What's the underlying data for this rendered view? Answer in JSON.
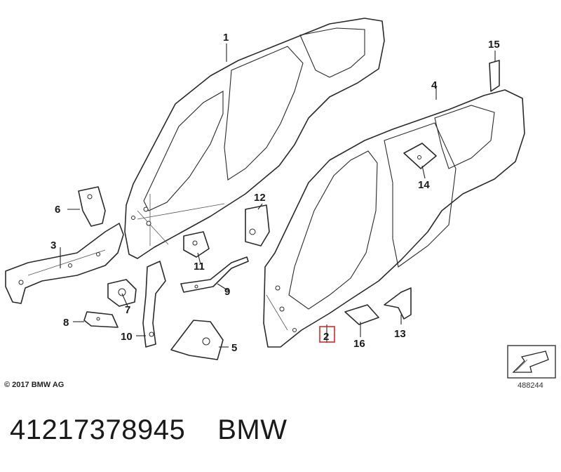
{
  "callouts": [
    {
      "id": "1",
      "label": "1"
    },
    {
      "id": "2",
      "label": "2",
      "highlighted": true
    },
    {
      "id": "3",
      "label": "3"
    },
    {
      "id": "4",
      "label": "4"
    },
    {
      "id": "5",
      "label": "5"
    },
    {
      "id": "6",
      "label": "6"
    },
    {
      "id": "7",
      "label": "7"
    },
    {
      "id": "8",
      "label": "8"
    },
    {
      "id": "9",
      "label": "9"
    },
    {
      "id": "10",
      "label": "10"
    },
    {
      "id": "11",
      "label": "11"
    },
    {
      "id": "12",
      "label": "12"
    },
    {
      "id": "13",
      "label": "13"
    },
    {
      "id": "14",
      "label": "14"
    },
    {
      "id": "15",
      "label": "15"
    },
    {
      "id": "16",
      "label": "16"
    }
  ],
  "copyright": "© 2017 BMW AG",
  "image_number": "488244",
  "footer": {
    "part_number": "41217378945",
    "brand": "BMW"
  },
  "highlight_color": "#d8282a"
}
